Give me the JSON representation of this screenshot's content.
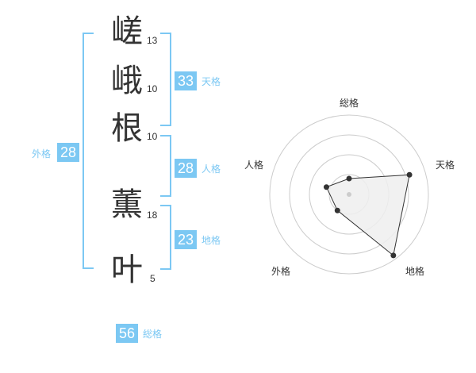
{
  "name": {
    "characters": [
      {
        "char": "嵯",
        "strokes": "13"
      },
      {
        "char": "峨",
        "strokes": "10"
      },
      {
        "char": "根",
        "strokes": "10"
      },
      {
        "char": "薫",
        "strokes": "18"
      },
      {
        "char": "叶",
        "strokes": "5"
      }
    ]
  },
  "fortune": {
    "tenkaku": {
      "value": "33",
      "label": "天格"
    },
    "jinkaku": {
      "value": "28",
      "label": "人格"
    },
    "chikaku": {
      "value": "23",
      "label": "地格"
    },
    "gaikaku": {
      "value": "28",
      "label": "外格"
    },
    "soukaku": {
      "value": "56",
      "label": "総格"
    }
  },
  "colors": {
    "accent": "#7cc8f3",
    "badge_bg": "#7cc8f3",
    "text": "#333333",
    "ring": "#cccccc",
    "polygon_fill": "#eeeeee",
    "polygon_stroke": "#333333",
    "point": "#333333",
    "center_dot": "#cccccc"
  },
  "chart_data": {
    "type": "radar",
    "axes": [
      "総格",
      "天格",
      "地格",
      "外格",
      "人格"
    ],
    "values": [
      0.2,
      0.8,
      0.95,
      0.25,
      0.3
    ],
    "value_range": [
      0,
      1
    ],
    "rings": 4
  }
}
